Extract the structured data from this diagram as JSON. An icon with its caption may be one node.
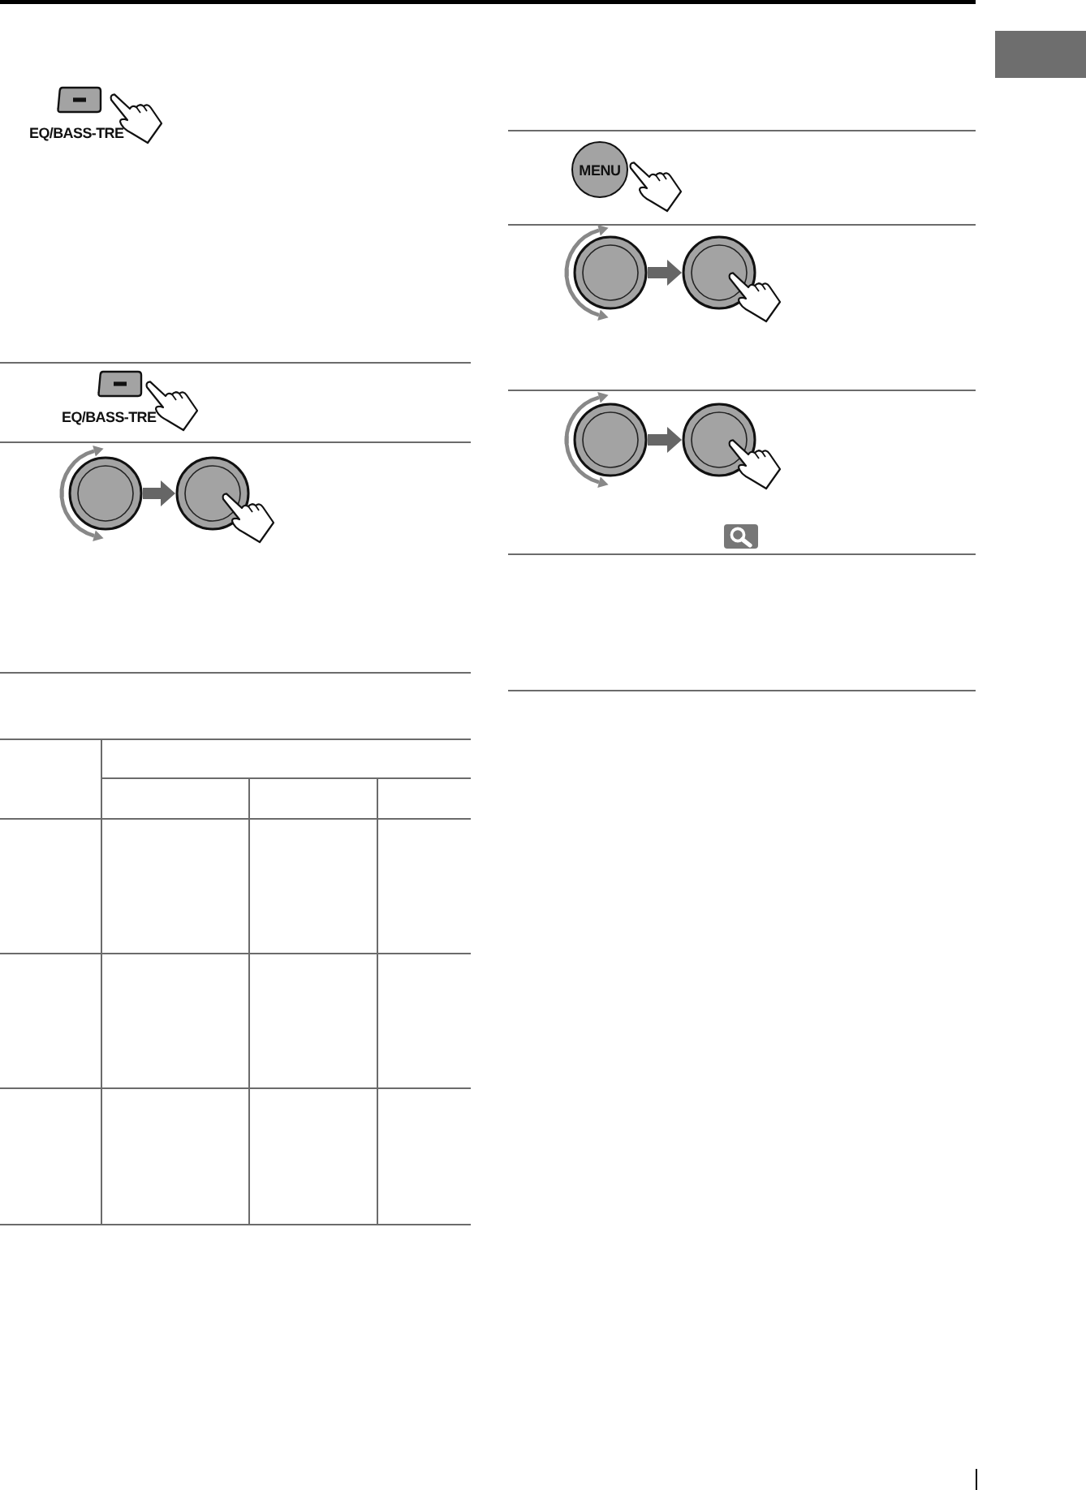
{
  "diagram": {
    "nodes": [
      {
        "text": [
          "EQ/BASS-TRE"
        ]
      },
      {
        "text": [
          "EQ/BASS-TRE"
        ]
      },
      {
        "text": [],
        "shape": "circle"
      },
      {
        "text": [],
        "shape": "circle"
      },
      {
        "text": [
          "MENU"
        ]
      },
      {
        "text": [],
        "shape": "circle"
      },
      {
        "text": [],
        "shape": "circle"
      },
      {
        "text": [],
        "shape": "circle"
      },
      {
        "text": [],
        "shape": "circle"
      }
    ],
    "edges": [
      {
        "from": 2,
        "to": 3,
        "arrow": "to"
      },
      {
        "from": 5,
        "to": 6,
        "arrow": "to"
      },
      {
        "from": 7,
        "to": 8,
        "arrow": "to"
      }
    ]
  }
}
